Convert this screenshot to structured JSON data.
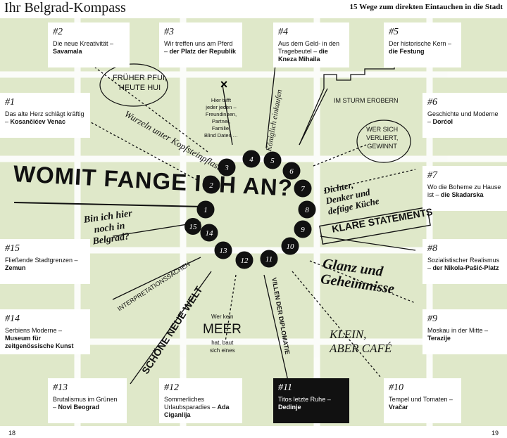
{
  "header": {
    "title": "Ihr Belgrad-Kompass",
    "subtitle": "15 Wege zum direkten Eintauchen in die Stadt"
  },
  "boxes": [
    {
      "num": "1",
      "desc": "Das alte Herz schlägt kräftig – ",
      "place": "Kosančićev Venac"
    },
    {
      "num": "2",
      "desc": "Die neue Kreativität – ",
      "place": "Savamala"
    },
    {
      "num": "3",
      "desc": "Wir treffen uns am Pferd – ",
      "place": "der Platz der Republik"
    },
    {
      "num": "4",
      "desc": "Aus dem Geld- in den Tragebeutel – ",
      "place": "die Kneza Mihaila"
    },
    {
      "num": "5",
      "desc": "Der historische Kern – ",
      "place": "die Festung"
    },
    {
      "num": "6",
      "desc": "Geschichte und Moderne – ",
      "place": "Dorćol"
    },
    {
      "num": "7",
      "desc": "Wo die Boheme zu Hause ist – ",
      "place": "die Skadarska"
    },
    {
      "num": "8",
      "desc": "Sozialistischer Realismus – ",
      "place": "der Nikola-Pašić-Platz"
    },
    {
      "num": "9",
      "desc": "Moskau in der Mitte – ",
      "place": "Terazije"
    },
    {
      "num": "10",
      "desc": "Tempel und Tomaten – ",
      "place": "Vračar"
    },
    {
      "num": "11",
      "desc": "Titos letzte Ruhe – ",
      "place": "Dedinje"
    },
    {
      "num": "12",
      "desc": "Sommerliches Urlaubsparadies – ",
      "place": "Ada Ciganlija"
    },
    {
      "num": "13",
      "desc": "Brutalismus im Grünen – ",
      "place": "Novi Beograd"
    },
    {
      "num": "14",
      "desc": "Serbiens Moderne – ",
      "place": "Museum für zeitgenössische Kunst"
    },
    {
      "num": "15",
      "desc": "Fließende Stadtgrenzen – ",
      "place": "Zemun"
    }
  ],
  "labels": {
    "main_question": "WOMIT FANGE ICH AN?",
    "frueher": "FRÜHER PFUI,\nHEUTE HUI",
    "wurzeln": "Wurzeln unter Kopfsteinpflaster",
    "hier_trifft": "Hier trifft\njeder jeden –\nFreundinnen,\nPartner,\nFamilie,\nBlind Dates …",
    "koeniglich": "Königlich einkaufen",
    "sturm": "IM STURM EROBERN",
    "verliert": "WER SICH\nVERLIERT,\nGEWINNT",
    "dichter": "Dichter,\nDenker und\ndeftige Küche",
    "klare": "KLARE STATEMENTS",
    "bin_ich": "Bin ich hier\nnoch in\nBelgrad?",
    "interpretation": "INTERPRETATIONSSACHEN",
    "schoene": "SCHÖNE NEUE WELT",
    "villen": "VILLEN DER DIPLOMATIE",
    "glanz": "Glanz und\nGeheimnisse",
    "wer_kein": "Wer kein",
    "meer": "MEER",
    "hat_baut": "hat, baut\nsich eines",
    "klein": "KLEIN,\nABER CAFÉ"
  },
  "pins": [
    "1",
    "2",
    "3",
    "4",
    "5",
    "6",
    "7",
    "8",
    "9",
    "10",
    "11",
    "12",
    "13",
    "14",
    "15"
  ],
  "pages": {
    "left": "18",
    "right": "19"
  },
  "colors": {
    "background": "#dfe8c9",
    "ink": "#111111"
  }
}
